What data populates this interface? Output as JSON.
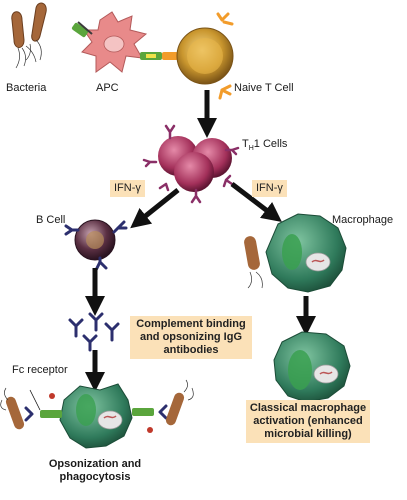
{
  "labels": {
    "bacteria": "Bacteria",
    "apc": "APC",
    "naive_t_cell": "Naive T Cell",
    "th1_T": "T",
    "th1_H": "H",
    "th1_rest": "1 Cells",
    "ifn_left": "IFN-γ",
    "ifn_right": "IFN-γ",
    "b_cell": "B Cell",
    "macrophage": "Macrophage",
    "complement_line1": "Complement binding",
    "complement_line2": "and opsonizing IgG",
    "complement_line3": "antibodies",
    "fc_receptor": "Fc receptor",
    "classical_line1": "Classical macrophage",
    "classical_line2": "activation (enhanced",
    "classical_line3": "microbial killing)",
    "opsonization_line1": "Opsonization and",
    "opsonization_line2": "phagocytosis"
  },
  "colors": {
    "bacteria": "#a5673a",
    "apc": "#e88a8a",
    "naive_t_cell": "#c9962e",
    "th1_cell": "#a3305a",
    "receptor": "#8a2f67",
    "antibody": "#2c2f6e",
    "macrophage": "#2f7a5b",
    "box": "#fbe1b8",
    "arrow": "#111111"
  },
  "icons": [
    "bacteria",
    "apc",
    "naive-t-cell",
    "th1-cells",
    "b-cell",
    "antibodies",
    "macrophage",
    "activated-macrophage",
    "fc-receptor",
    "phagocyte"
  ]
}
